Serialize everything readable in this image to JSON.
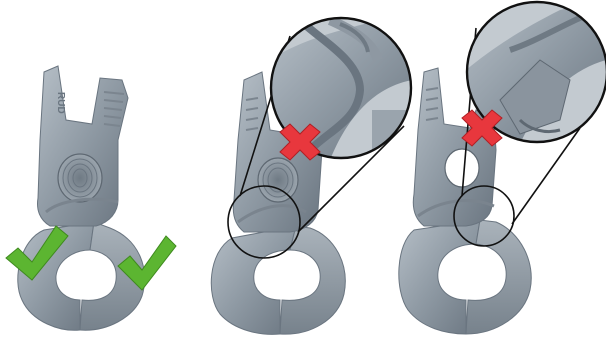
{
  "illustration": {
    "brand_mark": "RUD",
    "steel_color": "#8f9aa4",
    "steel_dark": "#6a7580",
    "steel_light": "#b6bfc7",
    "check_color": "#5cb531",
    "cross_color": "#e8373d"
  },
  "panels": [
    {
      "name": "correct-assembly",
      "status": "correct",
      "status_icons": [
        "check-icon",
        "check-icon"
      ]
    },
    {
      "name": "incorrect-assembly-1",
      "status": "incorrect",
      "status_icons": [
        "cross-icon"
      ],
      "detail": "magnified-detail"
    },
    {
      "name": "incorrect-assembly-2",
      "status": "incorrect",
      "status_icons": [
        "cross-icon"
      ],
      "detail": "magnified-detail"
    }
  ]
}
